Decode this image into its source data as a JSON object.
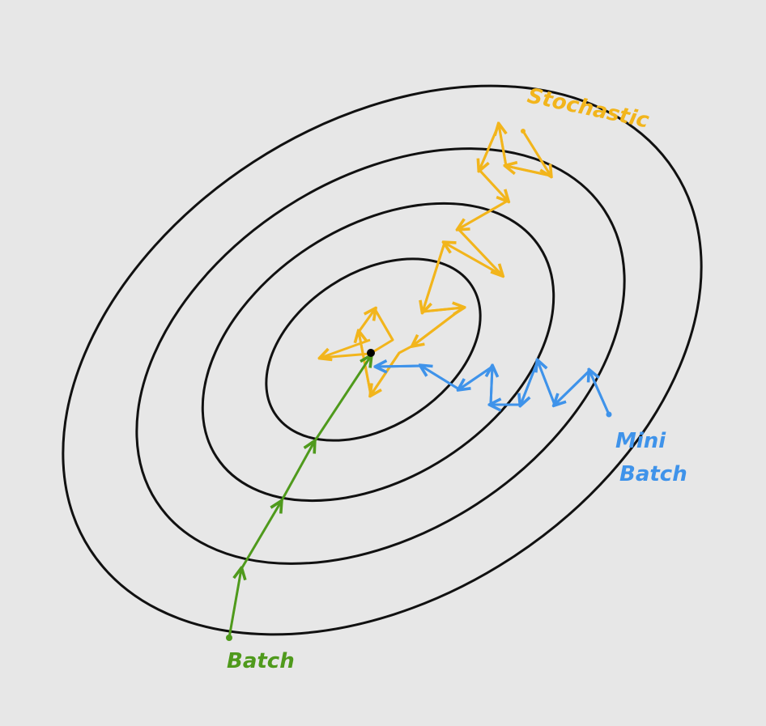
{
  "colors": {
    "background": "#e7e7e7",
    "contour": "#111111",
    "batch": "#4f9a1c",
    "stochastic": "#f2b51c",
    "mini_batch": "#3f93ea",
    "minimum": "#000000"
  },
  "labels": {
    "stochastic": "Stochastic",
    "mini_line1": "Mini",
    "mini_line2": "Batch",
    "batch": "Batch"
  }
}
